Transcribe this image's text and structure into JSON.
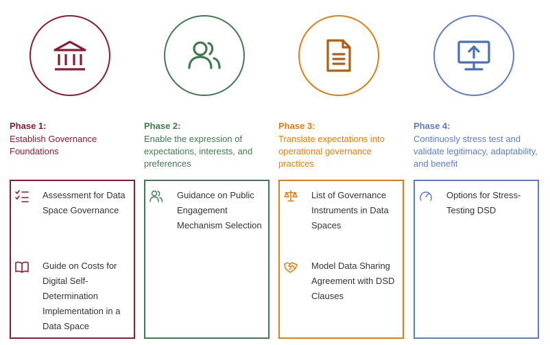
{
  "colors": {
    "phase1": "#8b1a30",
    "phase2": "#3f7a4e",
    "phase3": "#e07d0c",
    "phase4": "#5b7dc7"
  },
  "phases": [
    {
      "icon": "government-building-icon",
      "label": "Phase 1:",
      "description": "Establish Governance Foundations",
      "items": [
        {
          "icon": "checklist-icon",
          "text": "Assessment for Data Space Governance"
        },
        {
          "icon": "open-book-icon",
          "text": "Guide on Costs for Digital Self-Determination Implementation in a Data Space"
        }
      ]
    },
    {
      "icon": "users-icon",
      "label": "Phase 2:",
      "description": "Enable the expression of expectations, interests, and preferences",
      "items": [
        {
          "icon": "users-icon",
          "text": "Guidance on Public Engagement Mechanism Selection"
        }
      ]
    },
    {
      "icon": "document-icon",
      "label": "Phase 3:",
      "description": "Translate expectations into operational governance practices",
      "items": [
        {
          "icon": "balance-scale-icon",
          "text": "List of Governance Instruments in Data Spaces"
        },
        {
          "icon": "handshake-icon",
          "text": "Model Data Sharing Agreement with DSD Clauses"
        }
      ]
    },
    {
      "icon": "monitor-upload-icon",
      "label": "Phase 4:",
      "description": "Continuosly stress test and validate legitimacy, adaptability, and benefit",
      "items": [
        {
          "icon": "gauge-icon",
          "text": "Options for Stress-Testing DSD"
        }
      ]
    }
  ]
}
